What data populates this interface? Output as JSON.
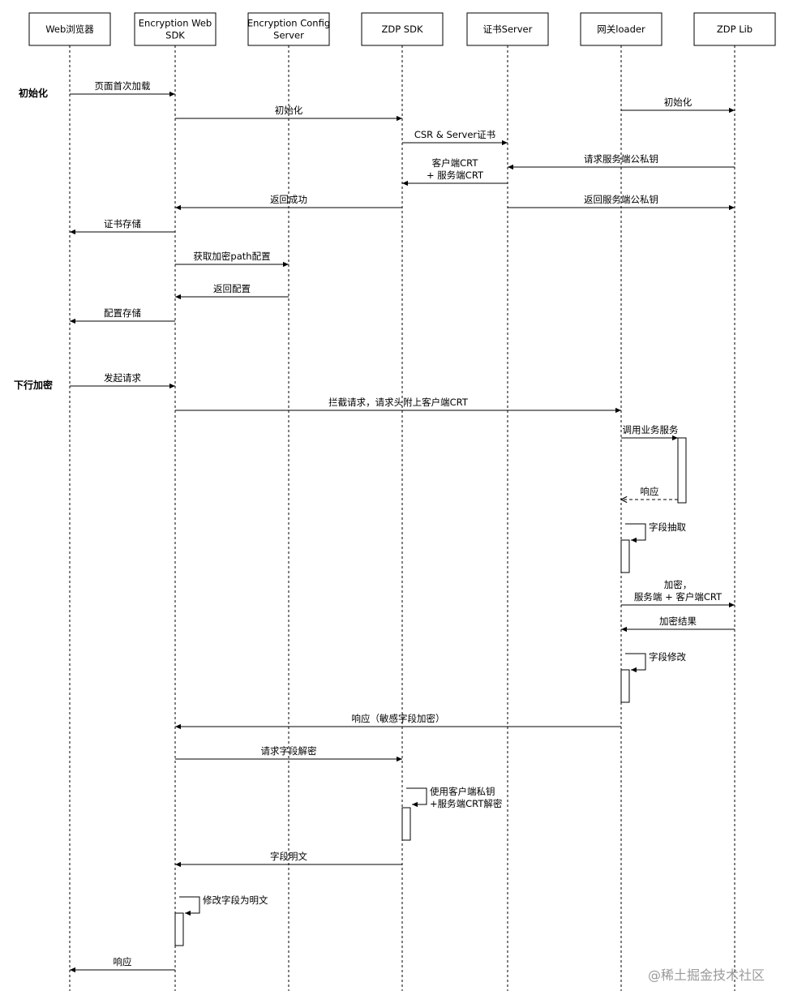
{
  "participants": [
    {
      "id": "browser",
      "label": [
        "Web浏览器"
      ]
    },
    {
      "id": "sdk",
      "label": [
        "Encryption Web",
        "SDK"
      ]
    },
    {
      "id": "config",
      "label": [
        "Encryption Config",
        "Server"
      ]
    },
    {
      "id": "zdp",
      "label": [
        "ZDP SDK"
      ]
    },
    {
      "id": "cert",
      "label": [
        "证书Server"
      ]
    },
    {
      "id": "gw",
      "label": [
        "网关loader"
      ]
    },
    {
      "id": "lib",
      "label": [
        "ZDP Lib"
      ]
    }
  ],
  "sections": [
    {
      "label": "初始化",
      "at": 1
    },
    {
      "label": "下行加密",
      "at": 12
    }
  ],
  "messages": [
    {
      "from": "browser",
      "to": "sdk",
      "label": [
        "页面首次加载"
      ]
    },
    {
      "from": "sdk",
      "to": "zdp",
      "label": [
        "初始化"
      ]
    },
    {
      "from": "gw",
      "to": "lib",
      "label": [
        "初始化"
      ]
    },
    {
      "from": "zdp",
      "to": "cert",
      "label": [
        "CSR & Server证书"
      ]
    },
    {
      "from": "lib",
      "to": "cert",
      "label": [
        "请求服务端公私钥"
      ]
    },
    {
      "from": "cert",
      "to": "zdp",
      "label": [
        "客户端CRT",
        "+ 服务端CRT"
      ]
    },
    {
      "from": "zdp",
      "to": "sdk",
      "label": [
        "返回成功"
      ]
    },
    {
      "from": "cert",
      "to": "lib",
      "label": [
        "返回服务端公私钥"
      ]
    },
    {
      "from": "sdk",
      "to": "browser",
      "label": [
        "证书存储"
      ]
    },
    {
      "from": "sdk",
      "to": "config",
      "label": [
        "获取加密path配置"
      ]
    },
    {
      "from": "config",
      "to": "sdk",
      "label": [
        "返回配置"
      ]
    },
    {
      "from": "sdk",
      "to": "browser",
      "label": [
        "配置存储"
      ]
    },
    {
      "from": "browser",
      "to": "sdk",
      "label": [
        "发起请求"
      ]
    },
    {
      "from": "sdk",
      "to": "gw",
      "label": [
        "拦截请求，请求头附上客户端CRT"
      ]
    },
    {
      "from": "gw",
      "to": "gw",
      "label": [
        "调用业务服务"
      ]
    },
    {
      "from": "gw",
      "to": "gw",
      "label": [
        "响应"
      ],
      "dashed": true
    },
    {
      "from": "gw",
      "to": "gw",
      "label": [
        "字段抽取"
      ],
      "self": true
    },
    {
      "from": "gw",
      "to": "lib",
      "label": [
        "加密，",
        "服务端 + 客户端CRT"
      ]
    },
    {
      "from": "lib",
      "to": "gw",
      "label": [
        "加密结果"
      ]
    },
    {
      "from": "gw",
      "to": "gw",
      "label": [
        "字段修改"
      ],
      "self": true
    },
    {
      "from": "gw",
      "to": "sdk",
      "label": [
        "响应（敏感字段加密）"
      ]
    },
    {
      "from": "sdk",
      "to": "zdp",
      "label": [
        "请求字段解密"
      ]
    },
    {
      "from": "zdp",
      "to": "zdp",
      "label": [
        "使用客户端私钥",
        "+服务端CRT解密"
      ],
      "self": true
    },
    {
      "from": "zdp",
      "to": "sdk",
      "label": [
        "字段明文"
      ]
    },
    {
      "from": "sdk",
      "to": "sdk",
      "label": [
        "修改字段为明文"
      ],
      "self": true
    },
    {
      "from": "sdk",
      "to": "browser",
      "label": [
        "响应"
      ]
    }
  ],
  "watermark": "@稀土掘金技术社区"
}
